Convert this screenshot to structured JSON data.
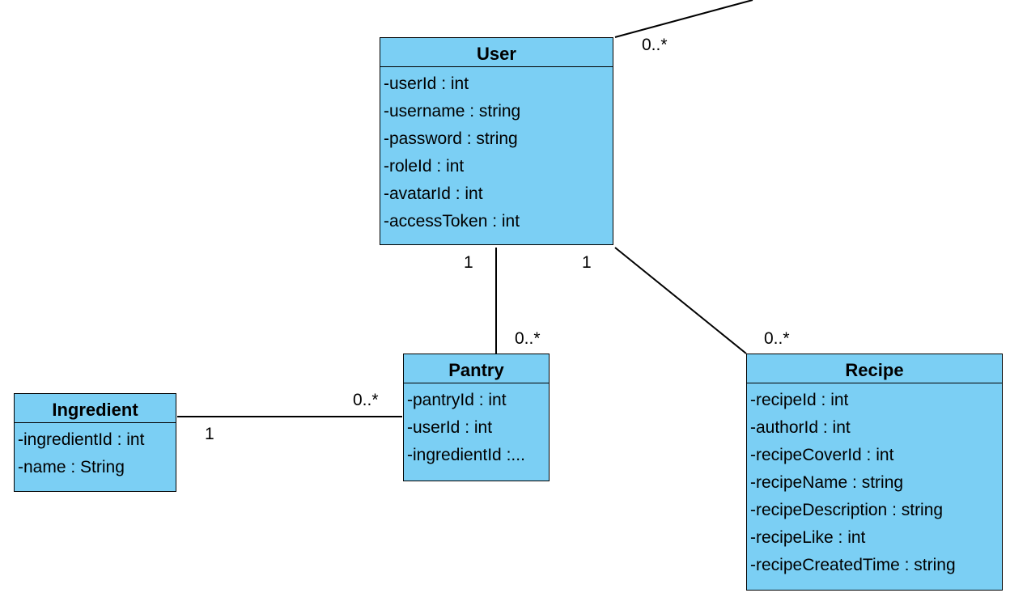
{
  "colors": {
    "class_fill": "#7bcff4",
    "line": "#000000"
  },
  "classes": {
    "user": {
      "name": "User",
      "attributes": [
        "-userId : int",
        "-username : string",
        "-password : string",
        "-roleId : int",
        "-avatarId : int",
        "-accessToken : int"
      ]
    },
    "pantry": {
      "name": "Pantry",
      "attributes": [
        "-pantryId : int",
        "-userId : int",
        "-ingredientId :..."
      ]
    },
    "ingredient": {
      "name": "Ingredient",
      "attributes": [
        "-ingredientId : int",
        "-name : String"
      ]
    },
    "recipe": {
      "name": "Recipe",
      "attributes": [
        "-recipeId : int",
        "-authorId : int",
        "-recipeCoverId : int",
        "-recipeName : string",
        "-recipeDescription : string",
        "-recipeLike : int",
        "-recipeCreatedTime : string"
      ]
    }
  },
  "associations": {
    "user_external": {
      "user_end": "0..*"
    },
    "user_pantry": {
      "user_end": "1",
      "pantry_end": "0..*"
    },
    "user_recipe": {
      "user_end": "1",
      "recipe_end": "0..*"
    },
    "ingredient_pantry": {
      "ingredient_end": "1",
      "pantry_end": "0..*"
    }
  }
}
